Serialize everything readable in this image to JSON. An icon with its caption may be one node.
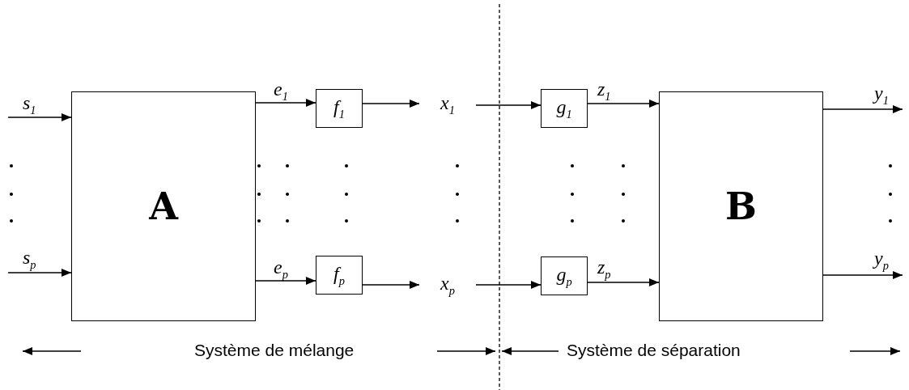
{
  "diagram": {
    "nodes": [
      {
        "text": [
          "A"
        ]
      },
      {
        "text": [
          "f$_{1}$"
        ]
      },
      {
        "text": [
          "f$_{p}$"
        ]
      },
      {
        "text": [
          "g$_{1}$"
        ]
      },
      {
        "text": [
          "g$_{p}$"
        ]
      },
      {
        "text": [
          "B"
        ]
      },
      {
        "text": [
          "x$_{1}$"
        ]
      },
      {
        "text": [
          "x$_{p}$"
        ]
      }
    ],
    "edges": [
      {
        "from": null,
        "to": 0,
        "arrow": "to",
        "label": "s$_{1}$"
      },
      {
        "from": null,
        "to": 0,
        "arrow": "to",
        "label": "s$_{p}$"
      },
      {
        "from": 0,
        "to": 1,
        "arrow": "to",
        "label": "e$_{1}$"
      },
      {
        "from": 0,
        "to": 2,
        "arrow": "to",
        "label": "e$_{p}$"
      },
      {
        "from": 1,
        "to": 6,
        "arrow": "to"
      },
      {
        "from": 2,
        "to": 7,
        "arrow": "to"
      },
      {
        "from": 6,
        "to": 3,
        "arrow": "to"
      },
      {
        "from": 7,
        "to": 4,
        "arrow": "to"
      },
      {
        "from": 3,
        "to": 5,
        "arrow": "to",
        "label": "z$_{1}$"
      },
      {
        "from": 4,
        "to": 5,
        "arrow": "to",
        "label": "z$_{p}$"
      },
      {
        "from": 5,
        "to": null,
        "arrow": "to",
        "label": "y$_{1}$"
      },
      {
        "from": 5,
        "to": null,
        "arrow": "to",
        "label": "y$_{p}$"
      }
    ],
    "labels": [
      "Système de mélange",
      "Système de séparation"
    ]
  }
}
